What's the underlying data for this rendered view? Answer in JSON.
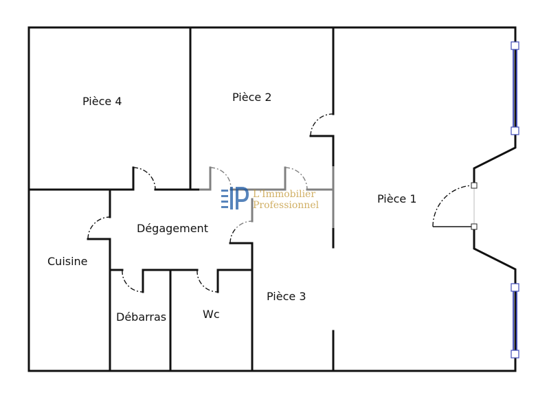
{
  "rooms": {
    "piece4": "Pièce 4",
    "piece2": "Pièce 2",
    "piece1": "Pièce 1",
    "piece3": "Pièce 3",
    "degagement": "Dégagement",
    "cuisine": "Cuisine",
    "debarras": "Débarras",
    "wc": "Wc"
  },
  "watermark": {
    "line1": "L'Immobilier",
    "line2": "Professionnel",
    "mark": "IP"
  },
  "colors": {
    "walls": "#111111",
    "windows": "#3f4bb8",
    "logo_text": "#c9a24a",
    "logo_mark": "#3a6fb0"
  }
}
